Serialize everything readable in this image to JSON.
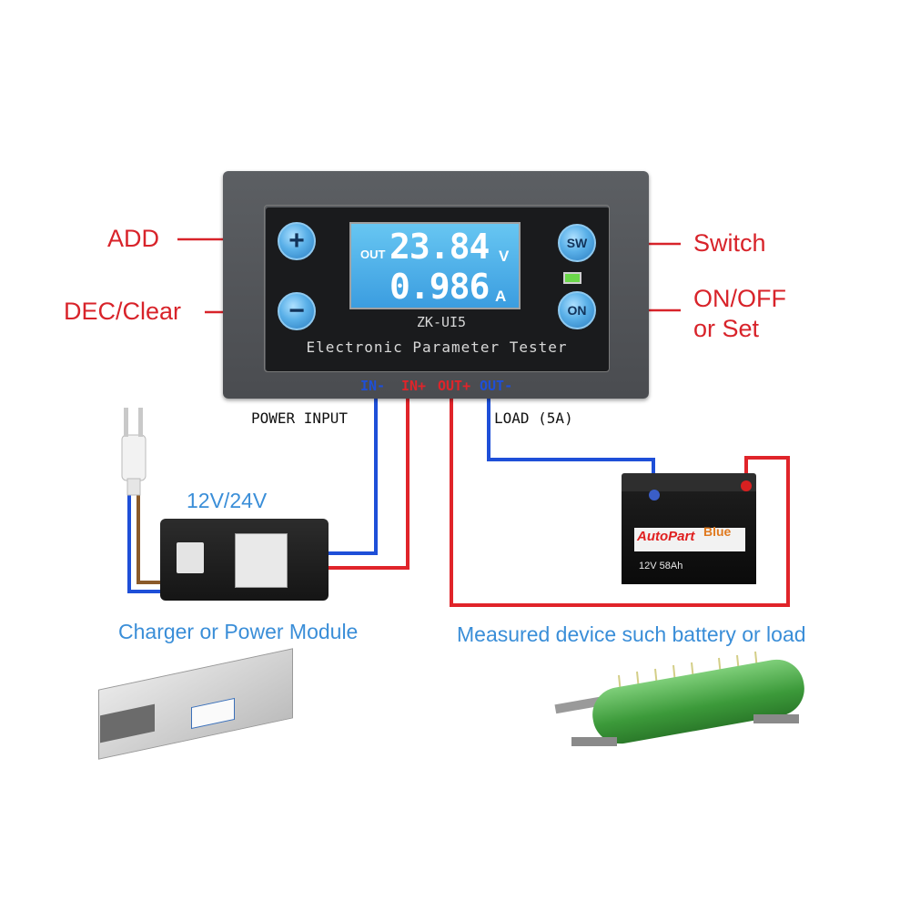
{
  "device": {
    "lcd": {
      "out_label": "OUT",
      "voltage": "23.84",
      "voltage_unit": "V",
      "current": "0.986",
      "current_unit": "A"
    },
    "buttons": {
      "add": "+",
      "dec": "−",
      "sw": "SW",
      "on": "ON"
    },
    "model": "ZK-UI5",
    "subtitle": "Electronic Parameter Tester",
    "terminals": [
      "IN-",
      "IN+",
      "OUT+",
      "OUT-"
    ]
  },
  "labels": {
    "add": "ADD",
    "dec": "DEC/Clear",
    "switch": "Switch",
    "on_off_line1": "ON/OFF",
    "on_off_line2": "or Set",
    "power_input": "POWER INPUT",
    "load": "LOAD (5A)",
    "voltage_range": "12V/24V",
    "charger": "Charger or Power Module",
    "measured": "Measured device such battery or load"
  },
  "battery": {
    "brand": "AutoPart",
    "brand2": "Blue",
    "spec": "12V 58Ah"
  },
  "colors": {
    "red": "#d8232a",
    "blue": "#1e4fd8",
    "label_blue": "#3a8ed8"
  }
}
